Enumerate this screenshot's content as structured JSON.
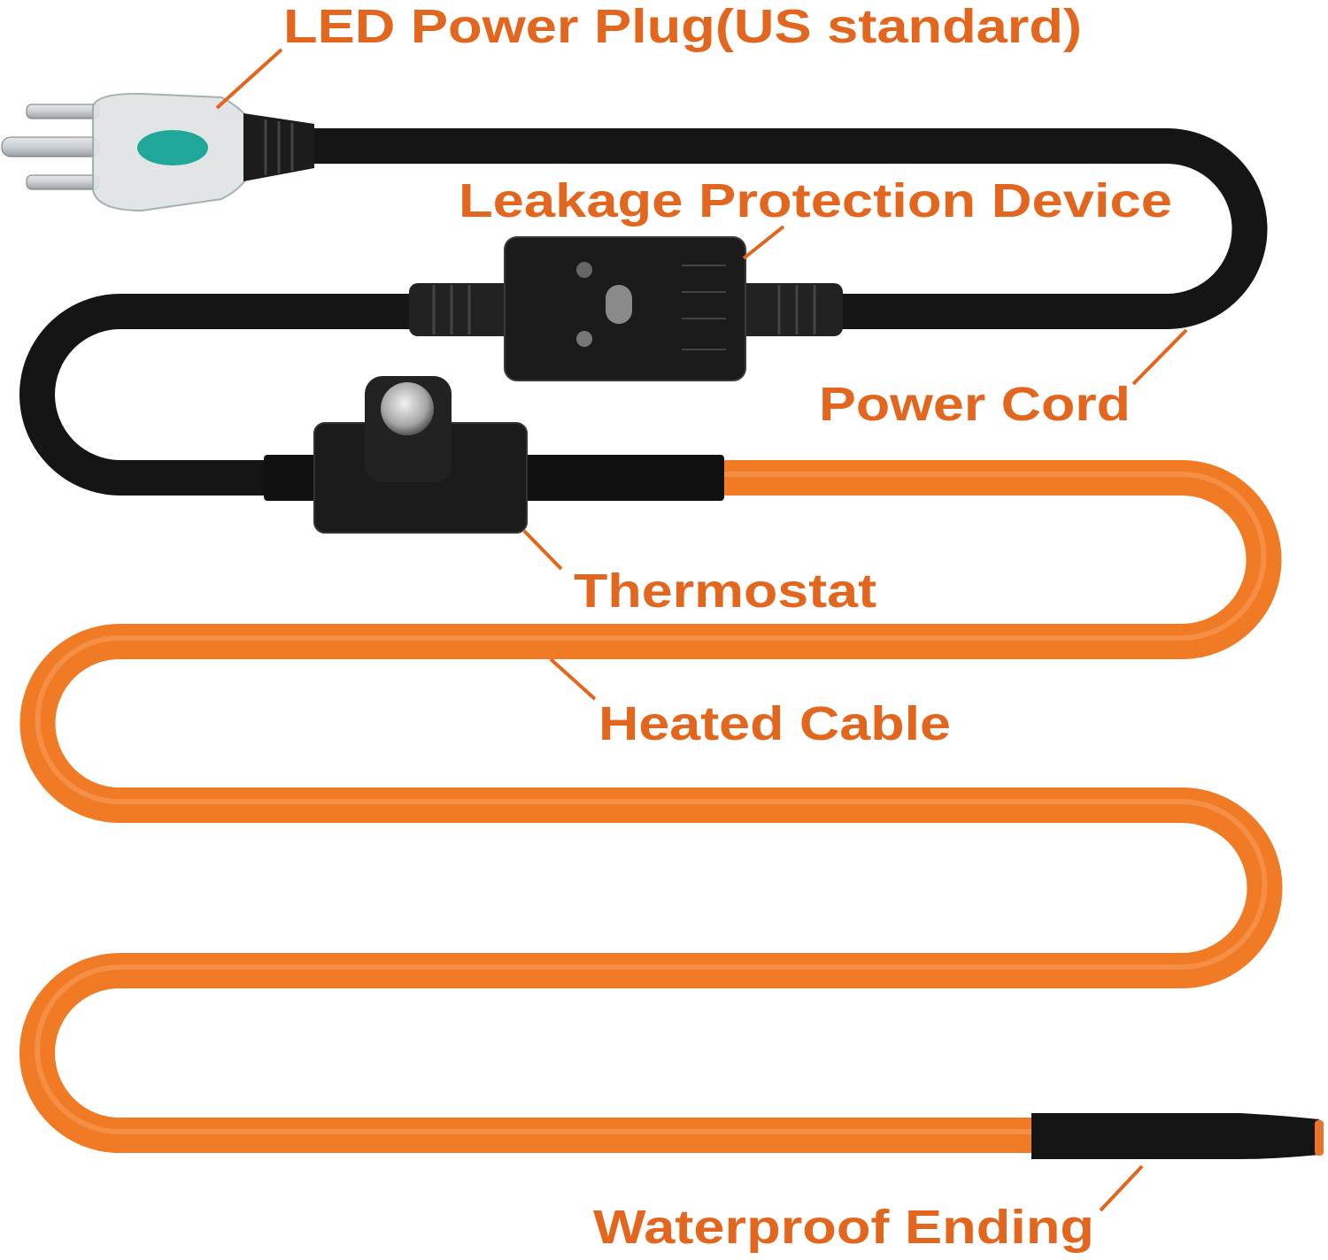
{
  "labels": {
    "plug": "LED Power Plug(US standard)",
    "leakage": "Leakage Protection Device",
    "power_cord": "Power Cord",
    "thermostat": "Thermostat",
    "heated_cable": "Heated Cable",
    "waterproof": "Waterproof Ending"
  },
  "colors": {
    "label": "#E2661E",
    "cable_orange": "#F07B24",
    "cord_black": "#151515"
  }
}
